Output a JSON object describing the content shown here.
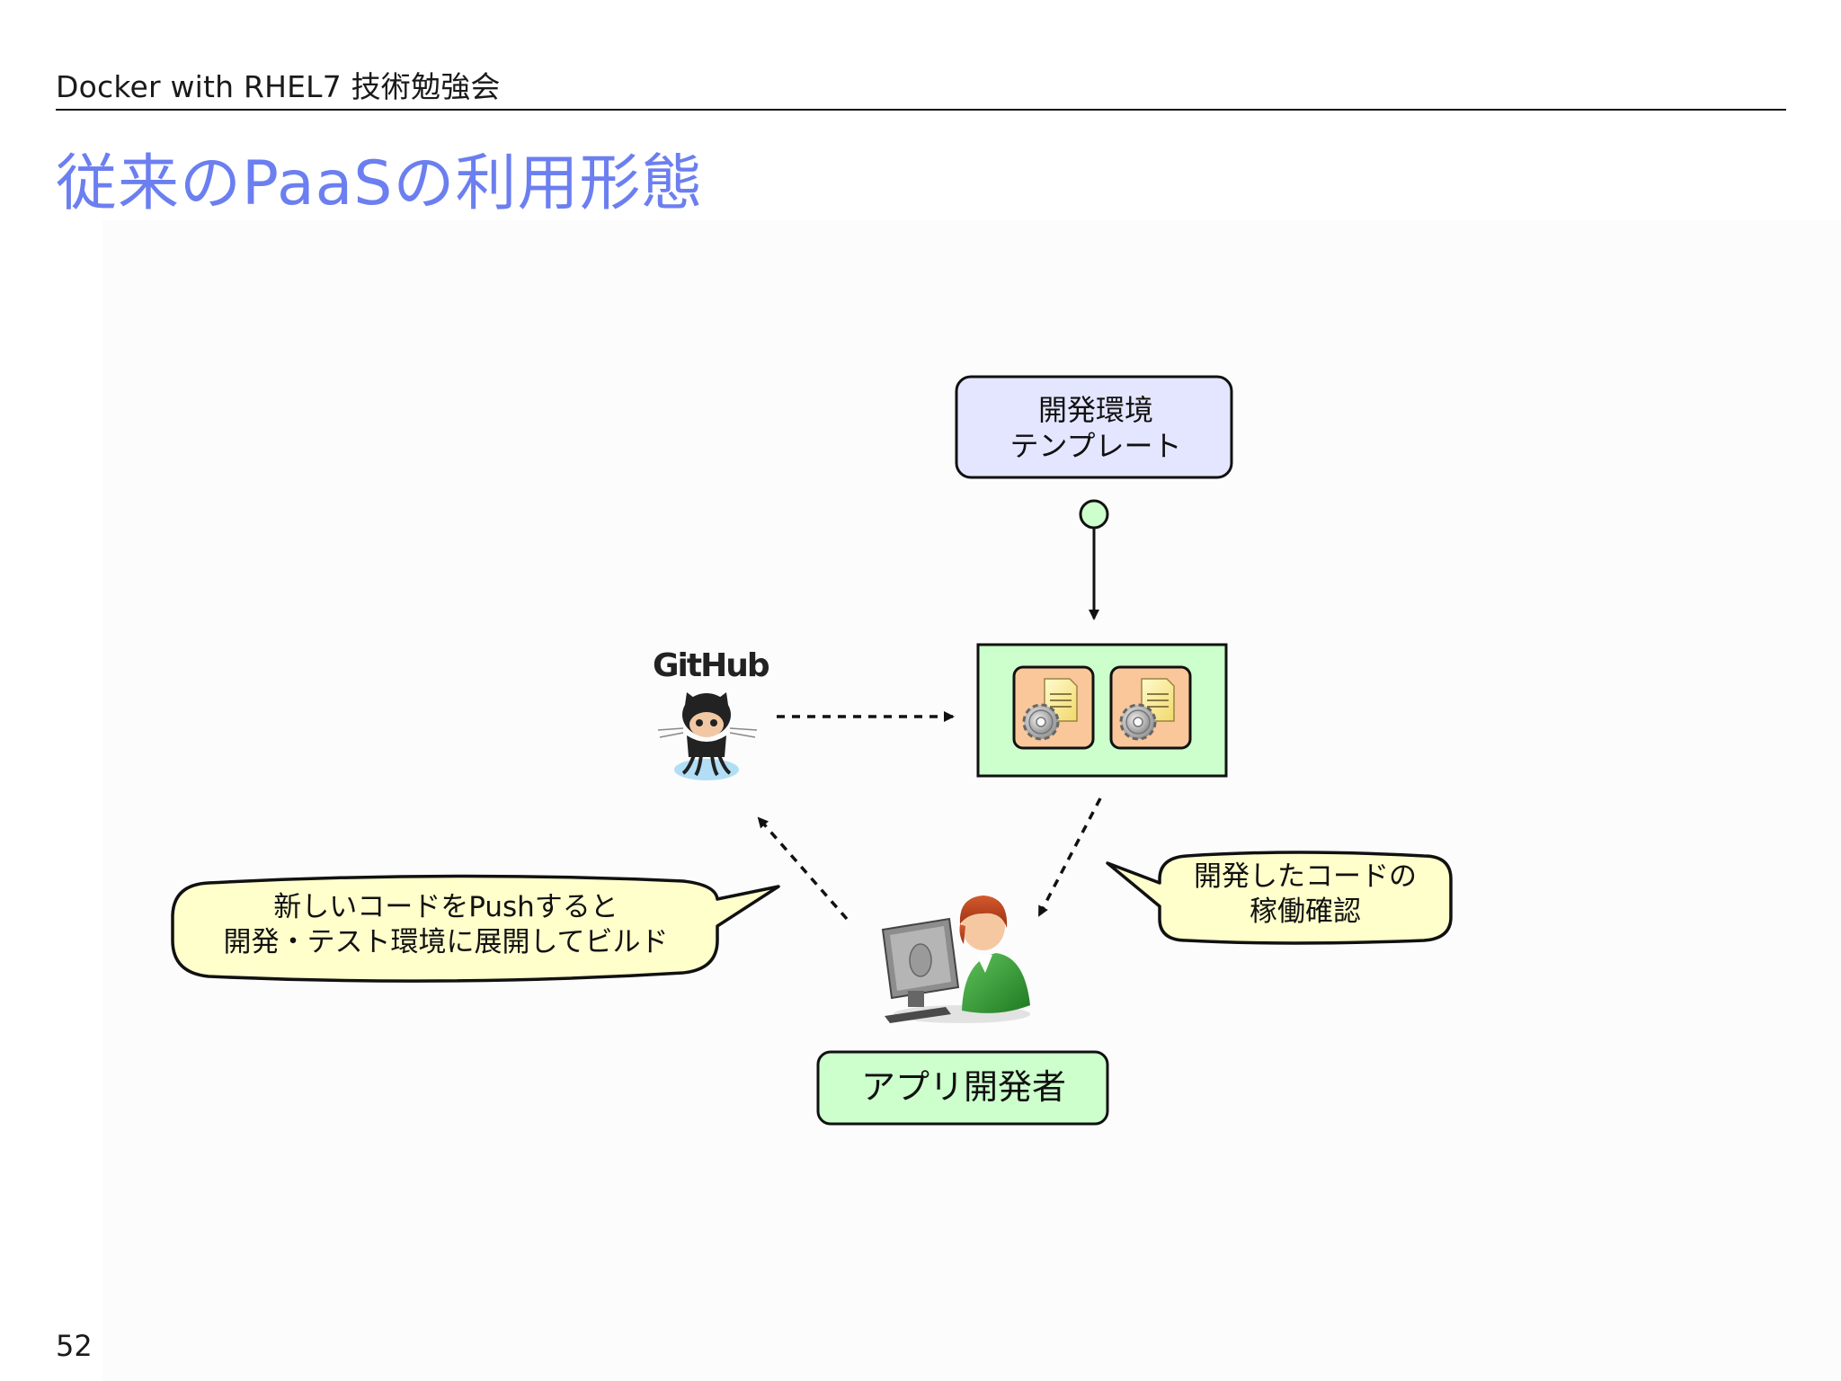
{
  "header": {
    "text": "Docker with RHEL7 技術勉強会"
  },
  "slide": {
    "title": "従来のPaaSの利用形態",
    "page_number": "52"
  },
  "diagram": {
    "template_box": {
      "line1": "開発環境",
      "line2": "テンプレート"
    },
    "github_logo": {
      "wordmark": "GitHub",
      "icon": "octocat-icon"
    },
    "server_box": {
      "apps": [
        {
          "icon": "gear-document-icon"
        },
        {
          "icon": "gear-document-icon"
        }
      ]
    },
    "developer": {
      "icon": "user-at-computer-icon",
      "label": "アプリ開発者"
    },
    "bubble_push": {
      "line1": "新しいコードをPushすると",
      "line2": "開発・テスト環境に展開してビルド"
    },
    "bubble_check": {
      "line1": "開発したコードの",
      "line2": "稼働確認"
    },
    "colors": {
      "title": "#6c7ff0",
      "template_fill": "#e4e6ff",
      "green_fill": "#ccffcc",
      "bubble_fill": "#ffffcc",
      "app_fill": "#f9c79a"
    }
  }
}
